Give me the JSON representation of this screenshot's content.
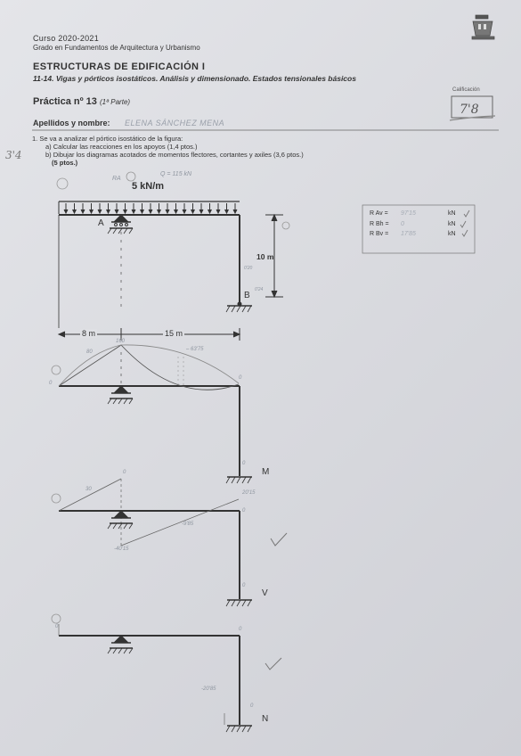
{
  "header": {
    "course": "Curso 2020-2021",
    "degree": "Grado en Fundamentos de Arquitectura y Urbanismo",
    "subject": "ESTRUCTURAS DE EDIFICACIÓN I",
    "topics": "11-14. Vigas y pórticos isostáticos. Análisis y dimensionado. Estados tensionales básicos",
    "practice": "Práctica nº 13",
    "practice_part": "(1ª Parte)",
    "grade_label": "Calificación",
    "grade_value": "7'8",
    "name_label": "Apellidos y nombre:",
    "name_value": "ELENA SÁNCHEZ MENA"
  },
  "question": {
    "score_margin": "3'4",
    "statement": "1.  Se va a analizar el pórtico isostático de la figura:",
    "part_a": "a) Calcular las reacciones en los apoyos (1,4 ptos.)",
    "part_b": "b) Dibujar los diagramas acotados de momentos flectores, cortantes y axiles (3,6 ptos.)",
    "points": "(5 ptos.)"
  },
  "figure": {
    "load": "5 kN/m",
    "support_a": "A",
    "support_b": "B",
    "height": "10 m",
    "span_left": "8 m",
    "span_right": "15 m",
    "notes": {
      "ra": "RA",
      "q_total": "Q = 115 kN",
      "len_mark": "1",
      "m160": "160",
      "m6375": "– 63'75",
      "m80": "80",
      "mini_a": "0'20",
      "mini_b": "0'24"
    }
  },
  "reactions": {
    "rows": [
      {
        "label": "R Av =",
        "value": "97'15",
        "unit": "kN"
      },
      {
        "label": "R Bh =",
        "value": "0",
        "unit": "kN"
      },
      {
        "label": "R Bv =",
        "value": "17'85",
        "unit": "kN"
      }
    ]
  },
  "diagrams": {
    "moment": {
      "label": "M",
      "marks": [
        "0",
        "0",
        "0",
        "0"
      ]
    },
    "shear": {
      "label": "V",
      "marks": [
        "30",
        "0",
        "20'15",
        "-40'15",
        "-9'85",
        "0",
        "0"
      ]
    },
    "axial": {
      "label": "N",
      "marks": [
        "0",
        "0",
        "-20'85",
        "0"
      ]
    }
  }
}
